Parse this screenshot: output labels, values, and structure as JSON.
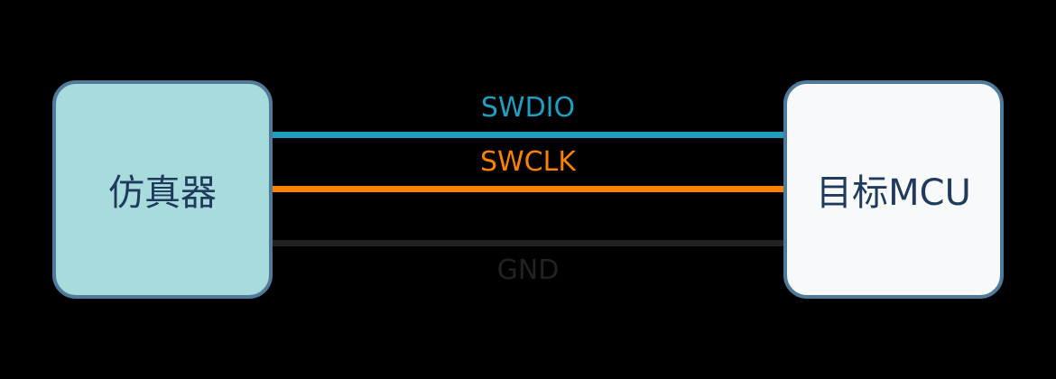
{
  "left_box": {
    "label": "仿真器",
    "fill": "#a8dcdc",
    "border": "#4f7a9a"
  },
  "right_box": {
    "label": "目标MCU",
    "fill": "#f7f9fb",
    "border": "#4f7a9a"
  },
  "text_color": "#1f3a5c",
  "connections": [
    {
      "label": "SWDIO",
      "color": "#1f9ec1"
    },
    {
      "label": "SWCLK",
      "color": "#fb8100"
    },
    {
      "label": "GND",
      "color": "#222222"
    }
  ]
}
